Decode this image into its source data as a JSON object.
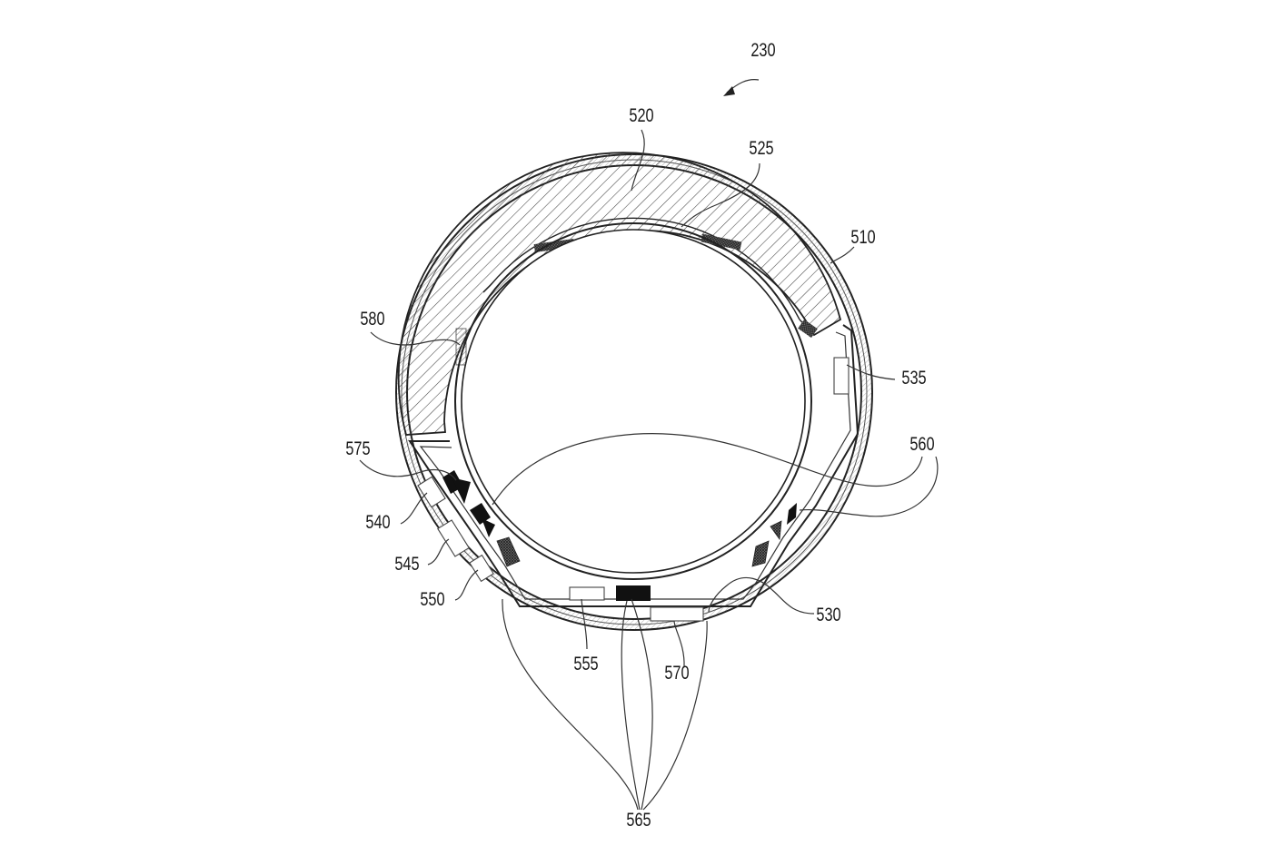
{
  "figure": {
    "references": {
      "r230": "230",
      "r520": "520",
      "r525": "525",
      "r510": "510",
      "r580": "580",
      "r535": "535",
      "r575": "575",
      "r560": "560",
      "r540": "540",
      "r545": "545",
      "r550": "550",
      "r530": "530",
      "r555": "555",
      "r570": "570",
      "r565": "565"
    },
    "colors": {
      "line": "#222222",
      "hatch": "#444444",
      "solid_component": "#111111",
      "background": "#ffffff"
    }
  }
}
